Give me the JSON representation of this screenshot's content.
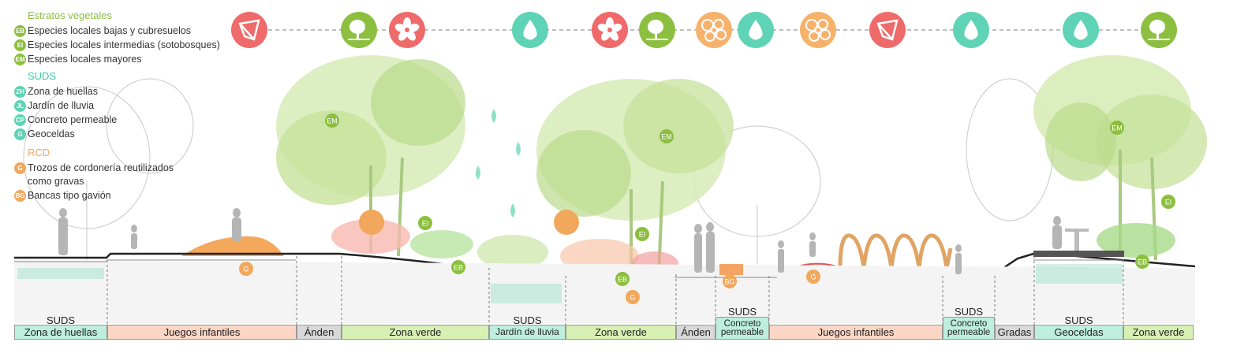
{
  "legend": {
    "vegetation": {
      "title": "Estratos vegetales",
      "color": "#8cbf3f",
      "items": [
        {
          "code": "EB",
          "label": "Especies locales bajas y cubresuelos"
        },
        {
          "code": "EI",
          "label": "Especies locales intermedias (sotobosques)"
        },
        {
          "code": "EM",
          "label": "Especies locales mayores"
        }
      ]
    },
    "suds": {
      "title": "SUDS",
      "color": "#5fd3b5",
      "items": [
        {
          "code": "ZH",
          "label": "Zona de huellas"
        },
        {
          "code": "JL",
          "label": "Jardín de lluvia"
        },
        {
          "code": "CP",
          "label": "Concreto permeable"
        },
        {
          "code": "G",
          "label": "Geoceldas"
        }
      ]
    },
    "rcd": {
      "title": "RCD",
      "color": "#f1a75c",
      "items": [
        {
          "code": "G",
          "label": "Trozos de cordonería reutilizados como gravas"
        },
        {
          "code": "BG",
          "label": "Bancas tipo gavión"
        }
      ]
    }
  },
  "icons": [
    {
      "name": "red-leaf-icon",
      "color": "#ef6a6a"
    },
    {
      "name": "green-tree-icon",
      "color": "#8cbf3f"
    },
    {
      "name": "red-flower-icon",
      "color": "#ef6a6a"
    },
    {
      "name": "teal-drop-icon",
      "color": "#5fd3b5"
    },
    {
      "name": "red-flower-icon",
      "color": "#ef6a6a"
    },
    {
      "name": "green-tree-icon",
      "color": "#8cbf3f"
    },
    {
      "name": "orange-gravel-icon",
      "color": "#f6b26b"
    },
    {
      "name": "teal-drop-icon",
      "color": "#5fd3b5"
    },
    {
      "name": "orange-gravel-icon",
      "color": "#f6b26b"
    },
    {
      "name": "red-leaf-icon",
      "color": "#ef6a6a"
    },
    {
      "name": "teal-drop-icon",
      "color": "#5fd3b5"
    },
    {
      "name": "teal-drop-icon",
      "color": "#5fd3b5"
    },
    {
      "name": "green-tree-icon",
      "color": "#8cbf3f"
    }
  ],
  "section_badges": [
    "EM",
    "EM",
    "EM",
    "EI",
    "EI",
    "EI",
    "EB",
    "EB",
    "EB",
    "G",
    "G",
    "G",
    "BG"
  ],
  "suds_tags": [
    "SUDS",
    "SUDS",
    "SUDS",
    "SUDS",
    "SUDS"
  ],
  "suds_sublabels": [
    "Concreto",
    "permeable",
    "Concreto",
    "permeable"
  ],
  "zones": [
    {
      "label": "Zona de huellas",
      "color": "#bdeede"
    },
    {
      "label": "Juegos infantiles",
      "color": "#fbd6c4"
    },
    {
      "label": "Ánden",
      "color": "#d8d8d8"
    },
    {
      "label": "Zona verde",
      "color": "#d7f0b3"
    },
    {
      "label": "Jardín de lluvia",
      "color": "#bdeede"
    },
    {
      "label": "Zona verde",
      "color": "#d7f0b3"
    },
    {
      "label": "Ánden",
      "color": "#d8d8d8"
    },
    {
      "label": "Concreto permeable",
      "color": "#bdeede"
    },
    {
      "label": "Juegos infantiles",
      "color": "#fbd6c4"
    },
    {
      "label": "Concreto permeable",
      "color": "#bdeede"
    },
    {
      "label": "Gradas",
      "color": "#d8d8d8"
    },
    {
      "label": "Geoceldas",
      "color": "#bdeede"
    },
    {
      "label": "Zona verde",
      "color": "#d7f0b3"
    }
  ]
}
